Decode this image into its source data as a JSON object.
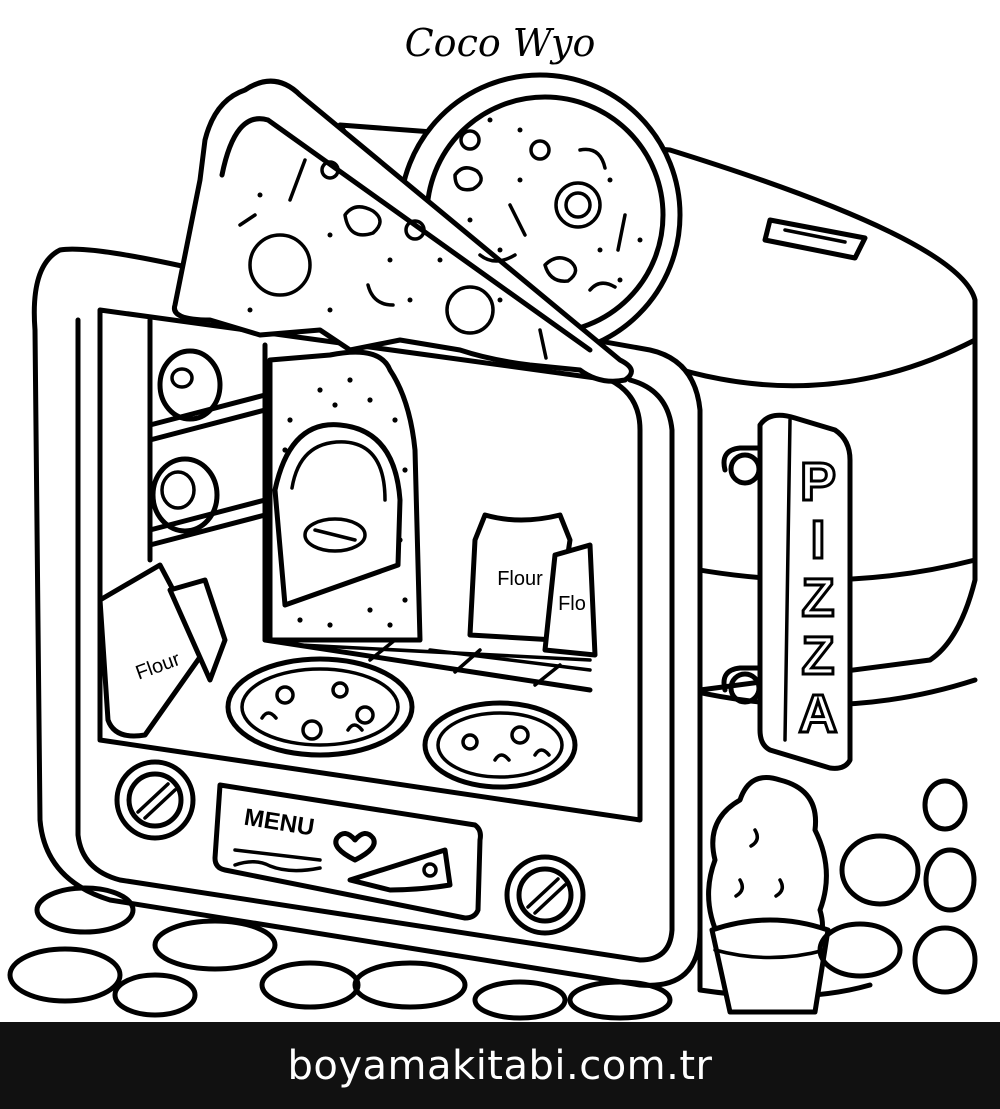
{
  "signature": "Coco Wyo",
  "sign_letters": [
    "P",
    "I",
    "Z",
    "Z",
    "A"
  ],
  "menu_label": "MENU",
  "flour_label": "Flour",
  "flour_label_clipped": "Flo",
  "watermark": "boyamakitabi.com.tr",
  "colors": {
    "line": "#000000",
    "paper": "#ffffff",
    "footer_bg": "#111111",
    "footer_text": "#ffffff"
  }
}
